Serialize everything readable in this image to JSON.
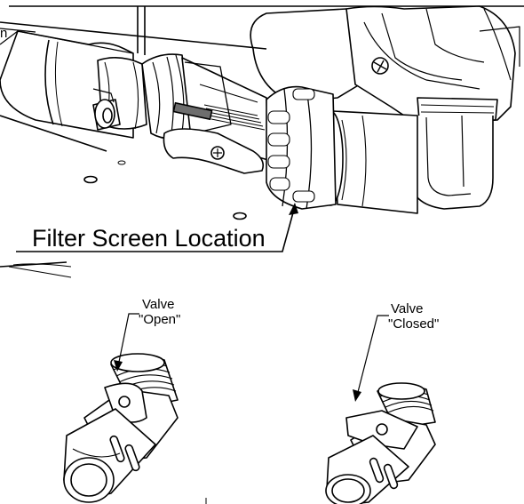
{
  "labels": {
    "partial_top_left": "n",
    "filter_screen": "Filter Screen Location",
    "valve_open_line1": "Valve",
    "valve_open_line2": "\"Open\"",
    "valve_closed_line1": "Valve",
    "valve_closed_line2": "\"Closed\""
  },
  "colors": {
    "line": "#000000",
    "background": "#ffffff",
    "shade": "#6e6e6e"
  }
}
